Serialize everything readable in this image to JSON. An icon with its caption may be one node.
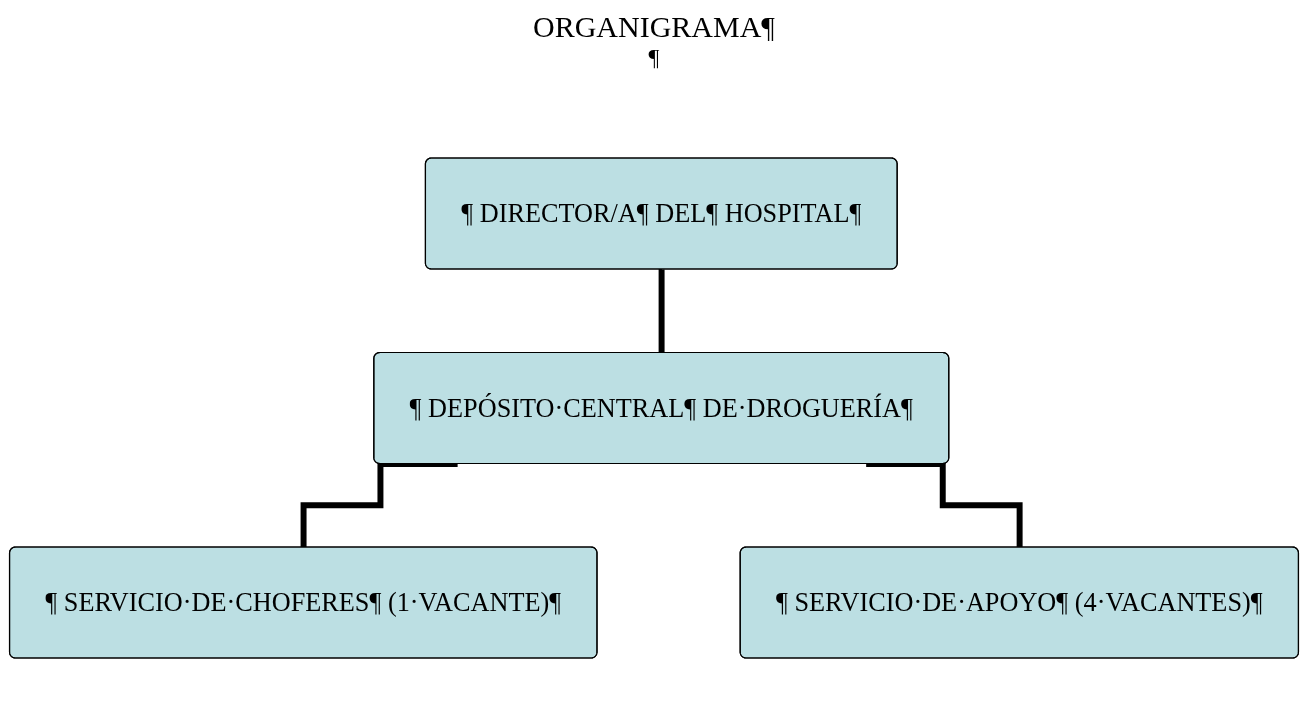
{
  "diagram": {
    "title": "ORGANIGRAMA¶",
    "nodes": [
      {
        "text": [
          "¶ DIRECTOR/A¶ DEL¶ HOSPITAL¶"
        ]
      },
      {
        "text": [
          "¶ DEPÓSITO·CENTRAL¶ DE·DROGUERÍA¶"
        ]
      },
      {
        "text": [
          "¶ SERVICIO·DE·CHOFERES¶ (1·VACANTE)¶"
        ]
      },
      {
        "text": [
          "¶ SERVICIO·DE·APOYO¶ (4·VACANTES)¶"
        ]
      }
    ],
    "edges": [
      {
        "from": 0,
        "to": 1,
        "arrow": "none"
      },
      {
        "from": 1,
        "to": 2,
        "arrow": "none"
      },
      {
        "from": 1,
        "to": 3,
        "arrow": "none"
      }
    ],
    "labels": [
      "¶"
    ]
  }
}
